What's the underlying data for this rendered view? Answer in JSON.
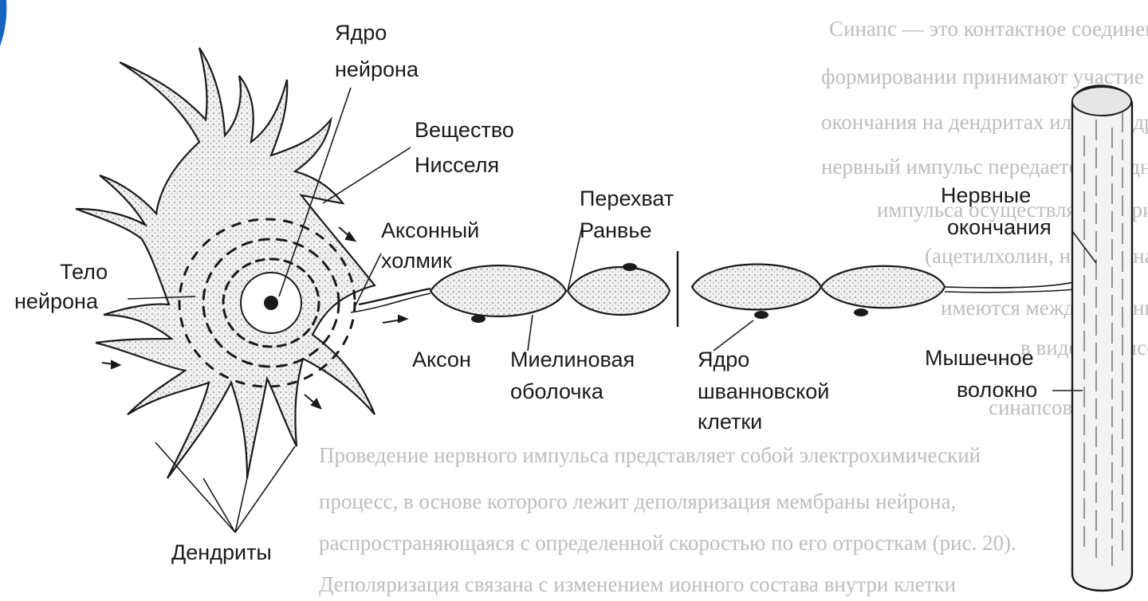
{
  "labels": {
    "nucleus": [
      "Ядро",
      "нейрона"
    ],
    "nissl": [
      "Вещество",
      "Нисселя"
    ],
    "hillock": [
      "Аксонный",
      "холмик"
    ],
    "ranvier": [
      "Перехват",
      "Ранвье"
    ],
    "endings": [
      "Нервные",
      "окончания"
    ],
    "body": [
      "Тело",
      "нейрона"
    ],
    "axon": "Аксон",
    "myelin": [
      "Миелиновая",
      "оболочка"
    ],
    "schwann": [
      "Ядро",
      "шванновской",
      "клетки"
    ],
    "muscle": [
      "Мышечное",
      "волокно"
    ],
    "dendrites": "Дендриты"
  },
  "background_text": [
    "Синапс — это контактное соединение одного нейрона с другим. В его",
    "формировании принимают участие аксон одного нейрона, образующий",
    "окончания на дендритах или теле другого нейрона. Посредством синапса",
    "нервный импульс передается от одного нейрона к другому. Передача",
    "импульса осуществляется при участии специальных веществ — медиаторов",
    "(ацетилхолин, норадреналин, серотонин и др.). Синапсы",
    "имеются между нервными клетками и в контактах с другими клетками",
    "в виде синапсов на теле и дендритах нейронов.",
    "синапсов.",
    "Проведение нервного импульса представляет собой электрохимический",
    "процесс, в основе которого лежит деполяризация мембраны нейрона,",
    "распространяющаяся с определенной скоростью по его отросткам (рис. 20).",
    "Деполяризация связана с изменением ионного состава внутри клетки"
  ],
  "colors": {
    "ink": "#1a1a1a",
    "stipple": "#c8c8c8",
    "background_text": "#bdbdbd",
    "corner_accent": "#1565c0"
  }
}
